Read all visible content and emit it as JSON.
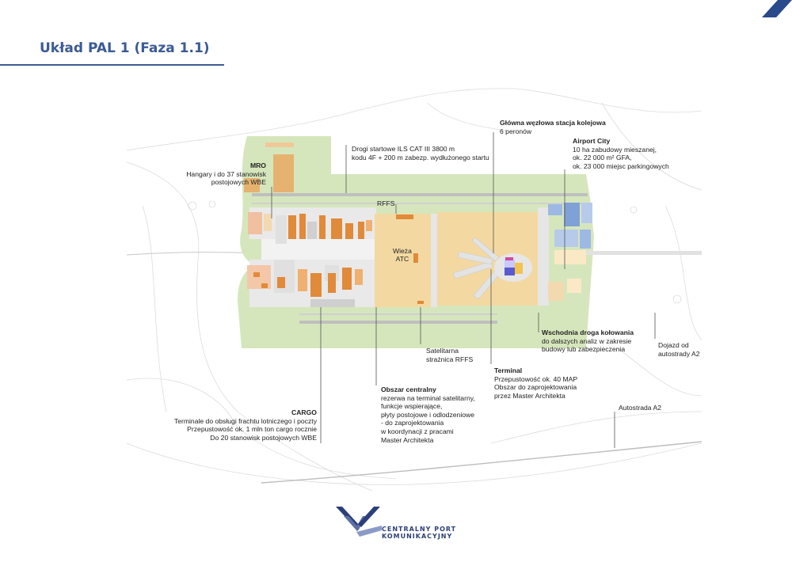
{
  "page": {
    "title": "Układ PAL 1 (Faza 1.1)"
  },
  "labels": {
    "mro": {
      "title": "MRO",
      "lines": [
        "Hangary i do 37 stanowisk",
        "postojowych WBE"
      ]
    },
    "runways": {
      "lines": [
        "Drogi startowe ILS CAT III 3800 m",
        "kodu 4F + 200 m zabezp. wydłużonego startu"
      ]
    },
    "station": {
      "title": "Główna węzłowa stacja kolejowa",
      "lines": [
        "6 peronów"
      ]
    },
    "airport_city": {
      "title": "Airport City",
      "lines": [
        "10 ha zabudowy mieszanej,",
        "ok. 22 000 m² GFA,",
        "ok. 23 000 miejsc parkingowych"
      ]
    },
    "rffs": {
      "text": "RFFS"
    },
    "tower": {
      "line1": "Wieża",
      "line2": "ATC"
    },
    "east_taxiway": {
      "title": "Wschodnia droga kołowania",
      "lines": [
        "do dalszych analiz w zakresie",
        "budowy lub zabezpieczenia"
      ]
    },
    "a2_access": {
      "lines": [
        "Dojazd od",
        "autostrady A2"
      ]
    },
    "satellite_station": {
      "lines": [
        "Satelitarna",
        "strażnica RFFS"
      ]
    },
    "terminal": {
      "title": "Terminal",
      "lines": [
        "Przepustowość ok. 40 MAP",
        "Obszar do zaprojektowania",
        "przez Master Architekta"
      ]
    },
    "central_area": {
      "title": "Obszar centralny",
      "lines": [
        "rezerwa na terminal satelitarny,",
        "funkcje wspierające,",
        "płyty postojowe i odlodzeniowe",
        "- do zaprojektowania",
        "w koordynacji z pracami",
        "Master Architekta"
      ]
    },
    "cargo": {
      "title": "CARGO",
      "lines": [
        "Terminale do obsługi frachtu lotniczego i poczty",
        "Przepustowość ok. 1 mln ton cargo rocznie",
        "Do 20 stanowisk postojowych WBE"
      ]
    },
    "motorway": {
      "text": "Autostrada A2"
    }
  },
  "logo": {
    "line1": "CENTRALNY PORT",
    "line2": "KOMUNIKACYJNY"
  },
  "colors": {
    "brand": "#3b5a96",
    "green": "#cfe0b4",
    "apron": "#f1d7a0",
    "orange": "#e08a3a",
    "blue": "#8fb0dc"
  }
}
